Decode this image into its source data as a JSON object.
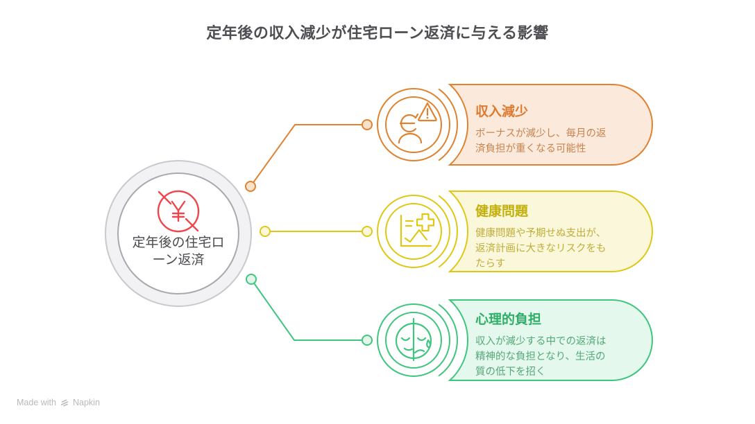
{
  "page": {
    "title": "定年後の収入減少が住宅ローン返済に与える影響",
    "background": "#FFFFFF",
    "title_color": "#4D4D52"
  },
  "hub": {
    "label": "定年後の住宅ロ\nーン返済",
    "icon": "yen-restricted-icon",
    "icon_color": "#ED474B",
    "outer_ring_color": "#C9C9CD",
    "inner_ring_color": "#A8A8AE",
    "ring_fill": "#F2F2F4",
    "text_color": "#4A4A4F"
  },
  "branches": [
    {
      "title": "収入減少",
      "description": "ボーナスが減少し、毎月の返\n済負担が重くなる可能性",
      "icon": "currency-warning-icon",
      "colors": {
        "border": "#E0812F",
        "fill": "#FBE9DB",
        "title": "#DD7A2F",
        "text": "#C9834F",
        "dot_fill": "#F9E2CC"
      }
    },
    {
      "title": "健康問題",
      "description": "健康問題や予期せぬ支出が、\n返済計画に大きなリスクをも\nたらす",
      "icon": "health-chart-icon",
      "colors": {
        "border": "#E0C716",
        "fill": "#FBF7DA",
        "title": "#C4B00C",
        "text": "#BFAE3B",
        "dot_fill": "#FCF8DE"
      }
    },
    {
      "title": "心理的負担",
      "description": "収入が減少する中での返済は\n精神的な負担となり、生活の\n質の低下を招く",
      "icon": "stressed-face-icon",
      "colors": {
        "border": "#3EC57E",
        "fill": "#E4F8ED",
        "title": "#2FAE67",
        "text": "#55A878",
        "dot_fill": "#E2F6EB"
      }
    }
  ],
  "footer": {
    "made_with": "Made with",
    "brand": "Napkin",
    "color": "#B9B9BD"
  }
}
